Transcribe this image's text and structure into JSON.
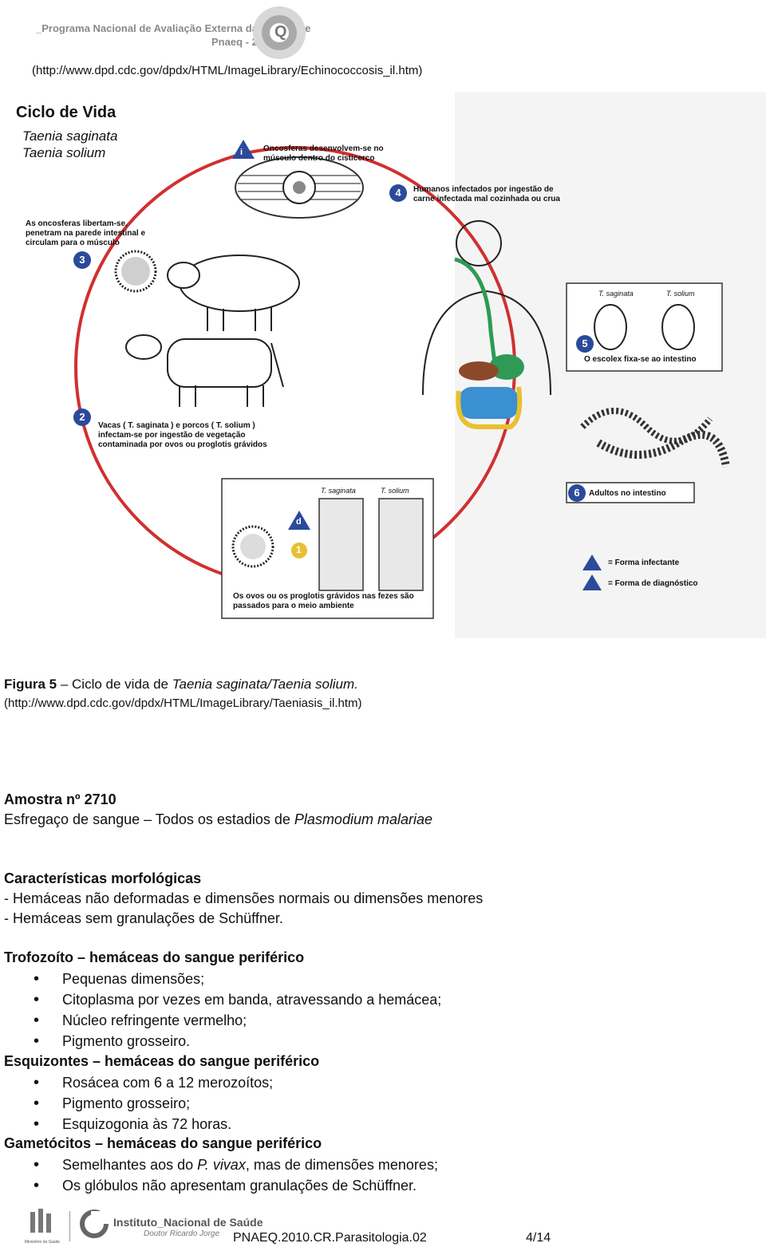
{
  "header": {
    "program_name": "_Programa Nacional de Avaliação Externa da Qualidade",
    "edition": "Pnaeq - 2010",
    "logo_letter": "Q"
  },
  "url_top": "(http://www.dpd.cdc.gov/dpdx/HTML/ImageLibrary/Echinococcosis_il.htm)",
  "diagram": {
    "title": "Ciclo de Vida",
    "species1": "Taenia saginata",
    "species2": "Taenia solium",
    "stage_i": "Oncosferas desenvolvem-se no músculo dentro do cisticerco",
    "stage_4": "Humanos infectados por ingestão de carne infectada mal cozinhada ou crua",
    "stage_3": "As oncosferas libertam-se, penetram na parede intestinal e circulam para o músculo",
    "stage_5": "O escolex fixa-se ao intestino",
    "stage_2": "Vacas ( T. saginata ) e porcos ( T. solium ) infectam-se por ingestão de vegetação contaminada por ovos ou proglotis grávidos",
    "stage_6": "Adultos no intestino",
    "stage_1": "Os ovos ou os proglotis grávidos nas fezes são passados para o meio ambiente",
    "label_saginata": "T. saginata",
    "label_solium": "T. solium",
    "legend_i": "= Forma infectante",
    "legend_d": "= Forma de diagnóstico",
    "num_1": "1",
    "num_2": "2",
    "num_3": "3",
    "num_4": "4",
    "num_5": "5",
    "num_6": "6",
    "mark_i": "i",
    "mark_d": "d"
  },
  "caption": {
    "bold": "Figura 5",
    "dash": " – Ciclo de vida de ",
    "italic": "Taenia saginata/Taenia solium.",
    "url": "(http://www.dpd.cdc.gov/dpdx/HTML/ImageLibrary/Taeniasis_il.htm)"
  },
  "sample": {
    "title": "Amostra nº 2710",
    "subtitle_prefix": "Esfregaço de sangue – Todos os estadios de ",
    "subtitle_italic": "Plasmodium malariae"
  },
  "morph": {
    "title": "Características morfológicas",
    "line1": "- Hemáceas não deformadas e dimensões normais ou dimensões menores",
    "line2": "- Hemáceas sem granulações de Schüffner."
  },
  "trofo": {
    "title": "Trofozoíto – hemáceas do sangue periférico",
    "items": [
      "Pequenas dimensões;",
      "Citoplasma por vezes em banda, atravessando a hemácea;",
      "Núcleo refringente vermelho;",
      "Pigmento grosseiro."
    ]
  },
  "esqui": {
    "title": "Esquizontes – hemáceas do sangue periférico",
    "items": [
      "Rosácea com 6 a 12 merozoítos;",
      "Pigmento grosseiro;",
      "Esquizogonia às 72 horas."
    ]
  },
  "game": {
    "title": "Gametócitos – hemáceas do sangue periférico",
    "item1_prefix": "Semelhantes aos do ",
    "item1_italic": "P. vivax",
    "item1_suffix": ", mas de dimensões menores;",
    "item2": "Os glóbulos não apresentam granulações de Schüffner."
  },
  "footer": {
    "institute_line1": "Instituto_Nacional de Saúde",
    "institute_line2": "Doutor Ricardo Jorge",
    "ministry": "Ministério da Saúde",
    "doc_code": "PNAEQ.2010.CR.Parasitologia.02",
    "page": "4/14"
  }
}
